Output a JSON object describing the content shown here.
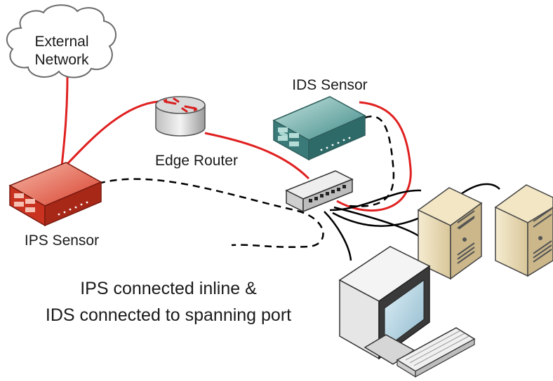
{
  "labels": {
    "cloud_line1": "External",
    "cloud_line2": "Network",
    "edge_router": "Edge Router",
    "ids_sensor": "IDS Sensor",
    "ips_sensor": "IPS Sensor",
    "caption_line1": "IPS connected inline &",
    "caption_line2": "IDS connected to spanning port"
  },
  "colors": {
    "inline_link": "#e02020",
    "data_link": "#000000",
    "ips_device": "#d83a2a",
    "ids_device": "#3f8a88",
    "router": "#c8c8c8",
    "server": "#eadcb6"
  },
  "icons": [
    "cloud-icon",
    "router-icon",
    "ids-sensor-icon",
    "ips-sensor-icon",
    "switch-icon",
    "server-icon",
    "monitor-icon",
    "keyboard-icon"
  ]
}
